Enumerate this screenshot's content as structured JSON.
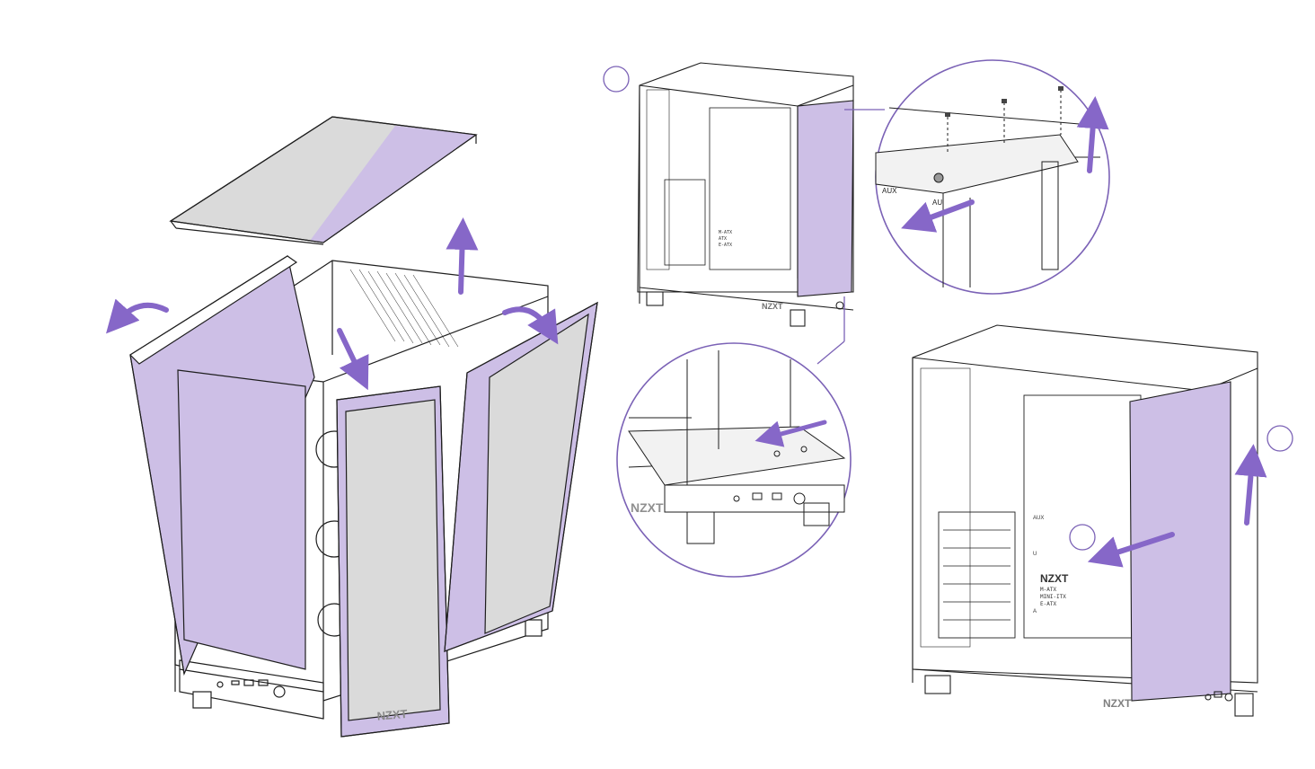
{
  "colors": {
    "panel": "#CDBFE6",
    "glass": "#DADADA",
    "arrow": "#8667C8",
    "line": "#1E1E1E",
    "callout": "#7B62B6"
  },
  "brand": {
    "front_logo": "NZXT",
    "small_logo": "NZXT",
    "spec_line1": "M-ATX",
    "spec_line2": "ATX",
    "spec_line3": "E-ATX",
    "rear_logo": "NZXT",
    "right_spec_line1": "M-ATX",
    "right_spec_line2": "MINI-ITX",
    "right_spec_line3": "E-ATX"
  },
  "screw_marks": {
    "aux_left": "AUX",
    "aux_right": "AU",
    "aux_big": "AUX",
    "u_mark": "U",
    "a_mark": "A"
  },
  "icons": [
    "rotate-open-arrow-icon",
    "lift-up-arrow-icon",
    "slide-out-arrow-icon",
    "step-circle-icon"
  ]
}
